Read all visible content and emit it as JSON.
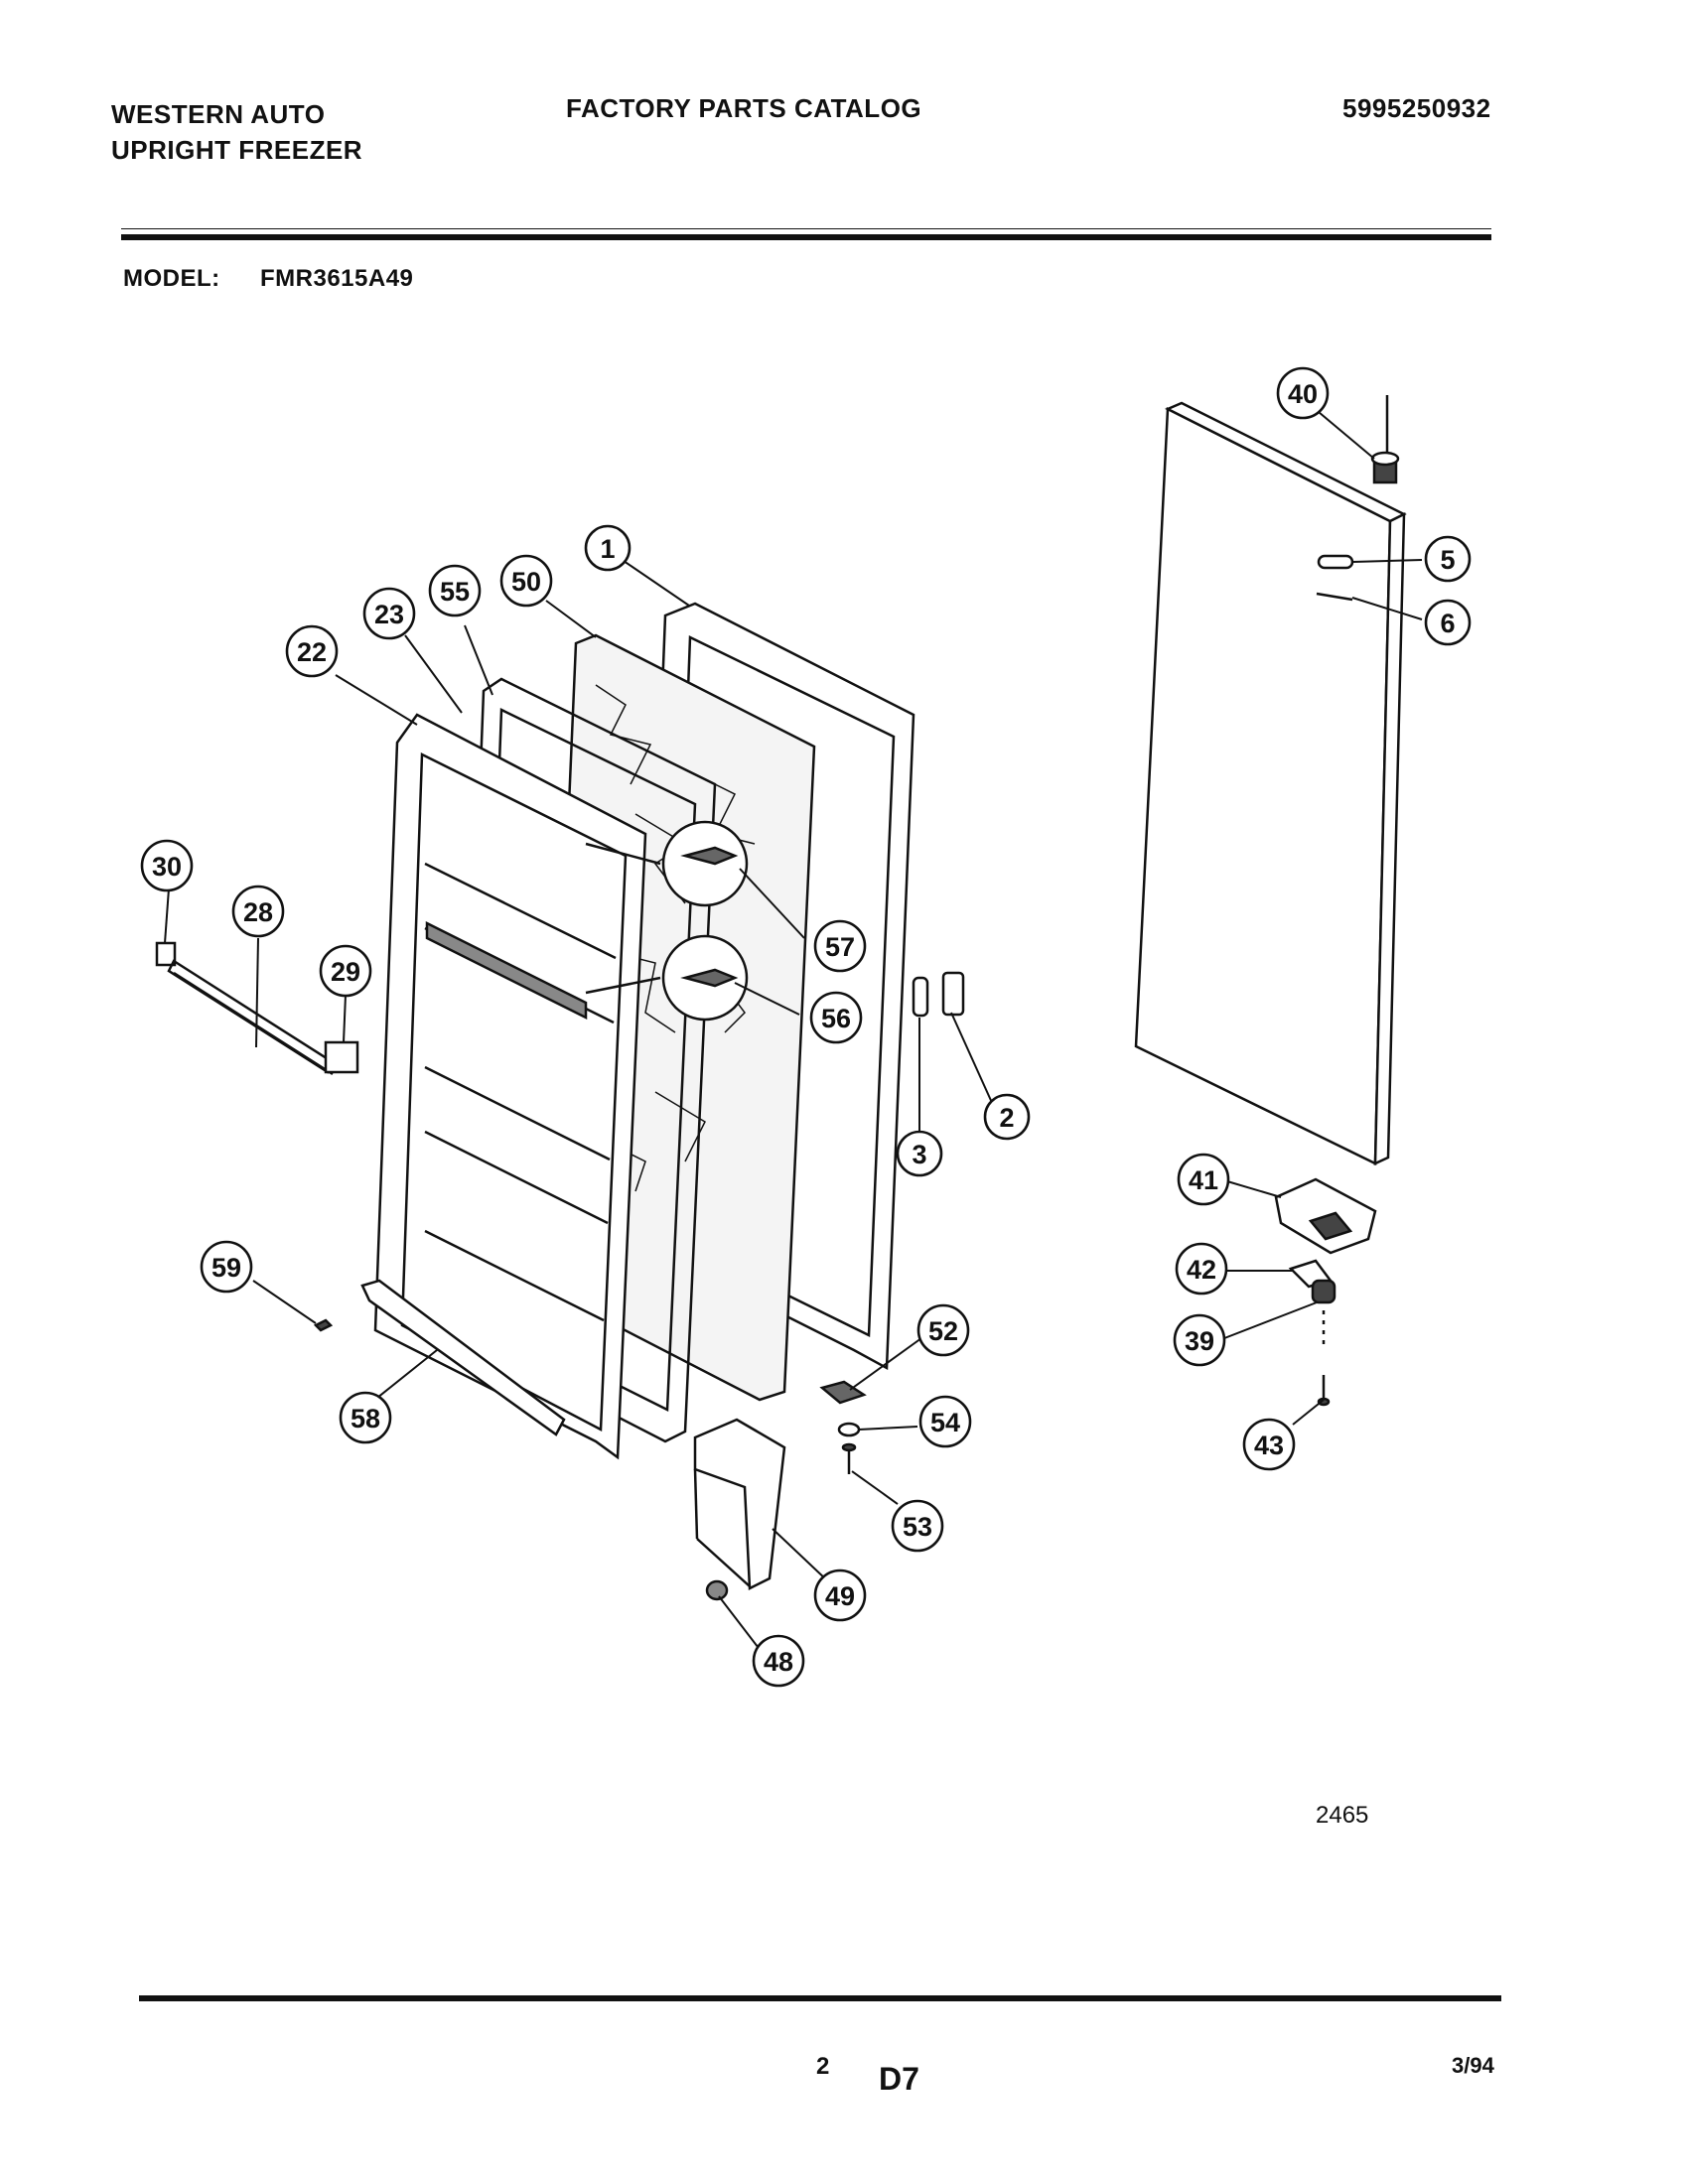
{
  "header": {
    "brand_line1": "WESTERN AUTO",
    "brand_line2": "UPRIGHT FREEZER",
    "catalog_title": "FACTORY PARTS CATALOG",
    "catalog_number": "5995250932",
    "model_label": "MODEL:",
    "model_value": "FMR3615A49"
  },
  "diagram": {
    "drawing_number": "2465",
    "callouts": [
      "1",
      "2",
      "3",
      "5",
      "6",
      "22",
      "23",
      "28",
      "29",
      "30",
      "39",
      "40",
      "41",
      "42",
      "43",
      "48",
      "49",
      "50",
      "52",
      "53",
      "54",
      "55",
      "56",
      "57",
      "58",
      "59"
    ]
  },
  "footer": {
    "page_number": "2",
    "section": "D7",
    "date": "3/94"
  }
}
